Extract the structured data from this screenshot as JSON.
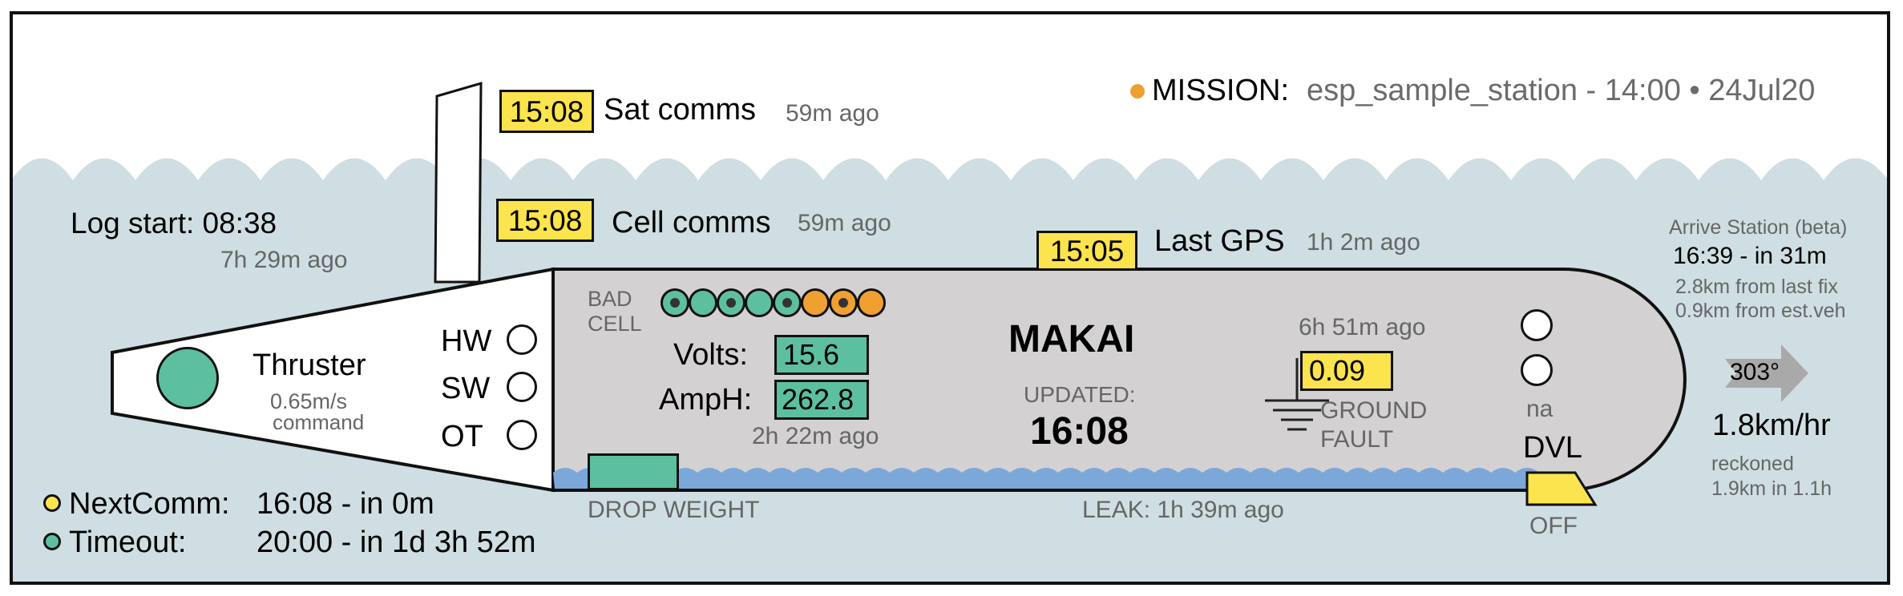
{
  "mission": {
    "label": "MISSION:",
    "value": "esp_sample_station - 14:00 • 24Jul20",
    "dot_color": "#f0a030"
  },
  "sat_comms": {
    "time": "15:08",
    "label": "Sat comms",
    "ago": "59m ago"
  },
  "cell_comms": {
    "time": "15:08",
    "label": "Cell comms",
    "ago": "59m ago"
  },
  "last_gps": {
    "time": "15:05",
    "label": "Last GPS",
    "ago": "1h 2m ago"
  },
  "log_start": {
    "label": "Log start: 08:38",
    "ago": "7h 29m ago"
  },
  "arrive_station": {
    "label": "Arrive Station (beta)",
    "eta": "16:39 - in 31m",
    "from_fix": "2.8km from last fix",
    "from_est": "0.9km from est.veh"
  },
  "bad_cell": {
    "label_line1": "BAD",
    "label_line2": "CELL",
    "cells": [
      "ok-bad",
      "ok",
      "ok-bad",
      "ok",
      "ok-bad",
      "warn",
      "warn-bad",
      "warn"
    ]
  },
  "battery": {
    "volts_label": "Volts:",
    "volts": "15.6",
    "amph_label": "AmpH:",
    "amph": "262.8",
    "ago": "2h 22m ago"
  },
  "vehicle": {
    "name": "MAKAI",
    "updated_label": "UPDATED:",
    "updated_time": "16:08"
  },
  "ground_fault": {
    "ago": "6h 51m ago",
    "value": "0.09",
    "label_line1": "GROUND",
    "label_line2": "FAULT"
  },
  "thruster": {
    "label": "Thruster",
    "speed": "0.65m/s",
    "speed_note": "command"
  },
  "hw_sw_ot": {
    "hw": "HW",
    "sw": "SW",
    "ot": "OT"
  },
  "na_label": "na",
  "dvl": {
    "label": "DVL",
    "state": "OFF"
  },
  "drop_weight": {
    "label": "DROP WEIGHT"
  },
  "leak": {
    "label": "LEAK: 1h 39m ago"
  },
  "heading": {
    "value": "303°"
  },
  "speed": {
    "value": "1.8km/hr",
    "note": "reckoned",
    "detail": "1.9km in 1.1h"
  },
  "next_comm": {
    "label": "NextComm:",
    "value": "16:08 - in 0m",
    "dot_color": "#fbe44d"
  },
  "timeout": {
    "label": "Timeout:",
    "value": "20:00 - in 1d 3h 52m",
    "dot_color": "#5cc0a0"
  },
  "colors": {
    "sea": "#cfdee2",
    "hull": "#d3d1d2",
    "yellow": "#fbe44d",
    "green": "#5cc0a0",
    "orange": "#f0a030",
    "water_line": "#7ca7d9"
  }
}
